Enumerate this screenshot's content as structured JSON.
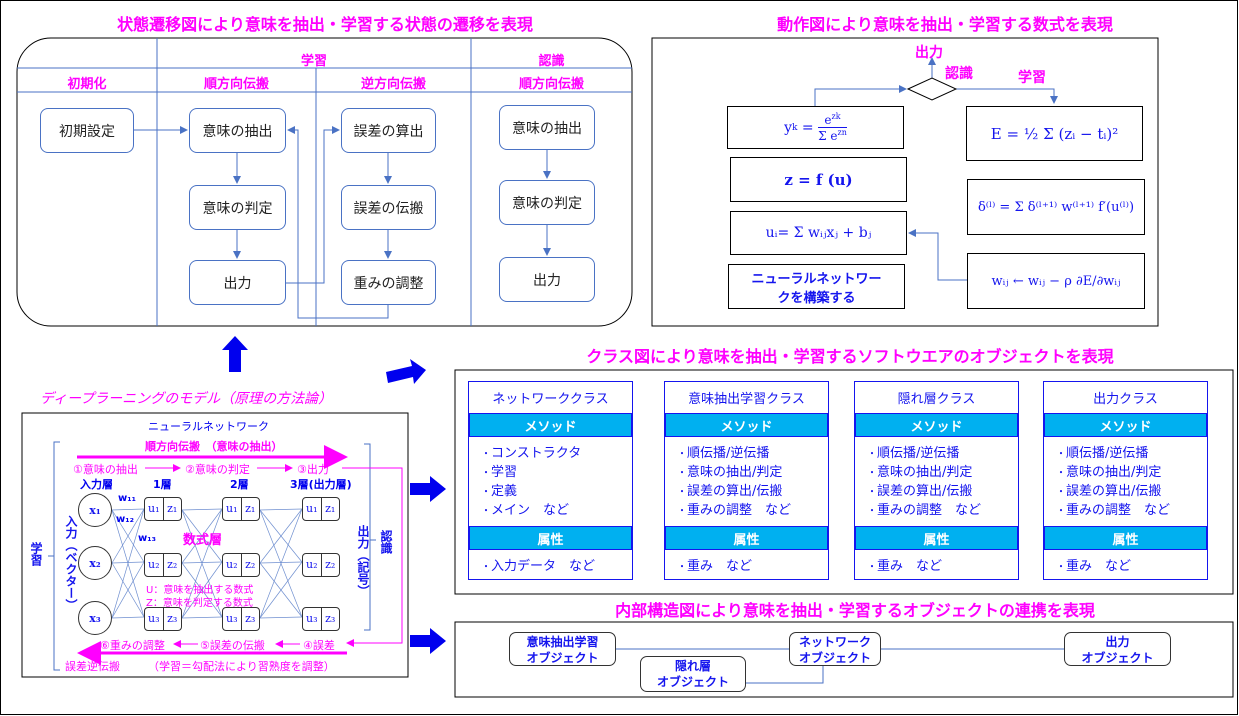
{
  "colors": {
    "title": "#ff00ff",
    "text": "#0000ee",
    "band": "#00b0f0",
    "line": "#4a72c4"
  },
  "state": {
    "title": "状態遷移図により意味を抽出・学習する状態の遷移を表現",
    "learn": "学習",
    "recog": "認識",
    "cols": [
      "初期化",
      "順方向伝搬",
      "逆方向伝搬",
      "順方向伝搬"
    ],
    "boxes": {
      "init": "初期設定",
      "fwd_extract": "意味の抽出",
      "fwd_judge": "意味の判定",
      "fwd_out": "出力",
      "bk_calc": "誤差の算出",
      "bk_prop": "誤差の伝搬",
      "bk_adj": "重みの調整",
      "r_extract": "意味の抽出",
      "r_judge": "意味の判定",
      "r_out": "出力"
    }
  },
  "action": {
    "title": "動作図により意味を抽出・学習する数式を表現",
    "out": "出力",
    "recog": "認識",
    "learn": "学習",
    "f_softmax_lhs": "y",
    "f_softmax_sub": "k",
    "f_softmax_num": "e",
    "f_softmax_num_sup": "zk",
    "f_softmax_den": "Σ e",
    "f_softmax_den_sup": "zn",
    "f_error": "E = ½ Σ (zᵢ − tᵢ)²",
    "f_activation": "z = f (u)",
    "f_delta": "δ⁽ˡ⁾ =  Σ δ⁽ˡ⁺¹⁾ w⁽ˡ⁺¹⁾ f′(u⁽ˡ⁾)",
    "f_weighted": "uᵢ= Σ wᵢⱼxⱼ + bⱼ",
    "f_update": "wᵢⱼ  ←  wᵢⱼ − ρ ∂E/∂wᵢⱼ",
    "build": "ニューラルネットワークを構築する"
  },
  "classes": {
    "title": "クラス図により意味を抽出・学習するソフトウエアのオブジェクトを表現",
    "items": [
      {
        "name": "ネットワーククラス",
        "methods_label": "メソッド",
        "methods": [
          "コンストラクタ",
          "学習",
          "定義",
          "メイン　など"
        ],
        "attrs_label": "属性",
        "attrs": [
          "入力データ　など"
        ]
      },
      {
        "name": "意味抽出学習クラス",
        "methods_label": "メソッド",
        "methods": [
          "順伝播/逆伝播",
          "意味の抽出/判定",
          "誤差の算出/伝搬",
          "重みの調整　など"
        ],
        "attrs_label": "属性",
        "attrs": [
          "重み　など"
        ]
      },
      {
        "name": "隠れ層クラス",
        "methods_label": "メソッド",
        "methods": [
          "順伝播/逆伝播",
          "意味の抽出/判定",
          "誤差の算出/伝搬",
          "重みの調整　など"
        ],
        "attrs_label": "属性",
        "attrs": [
          "重み　など"
        ]
      },
      {
        "name": "出力クラス",
        "methods_label": "メソッド",
        "methods": [
          "順伝播/逆伝播",
          "意味の抽出/判定",
          "誤差の算出/伝搬",
          "重みの調整　など"
        ],
        "attrs_label": "属性",
        "attrs": [
          "重み　など"
        ]
      }
    ]
  },
  "internal": {
    "title": "内部構造図により意味を抽出・学習するオブジェクトの連携を表現",
    "objects": [
      "意味抽出学習\nオブジェクト",
      "隠れ層\nオブジェクト",
      "ネットワーク\nオブジェクト",
      "出力\nオブジェクト"
    ]
  },
  "model": {
    "title": "ディープラーニングのモデル（原理の方法論）",
    "nn": "ニューラルネットワーク",
    "forward": "順方向伝搬　（意味の抽出）",
    "step1": "①意味の抽出",
    "step2": "②意味の判定",
    "step3": "③出力",
    "layers": [
      "入力層",
      "1層",
      "2層",
      "3層(出力層)"
    ],
    "inputs": [
      "x₁",
      "x₂",
      "x₃"
    ],
    "units": [
      [
        "u₁",
        "z₁"
      ],
      [
        "u₂",
        "z₂"
      ],
      [
        "u₃",
        "z₃"
      ]
    ],
    "weights": [
      "w₁₁",
      "w₁₂",
      "w₁₃"
    ],
    "formula_layer": "数式層",
    "u_note": "U：意味を抽出する数式",
    "z_note": "Z：意味を判定する数式",
    "input_label": "入力（ベクター）",
    "output_label": "出力（記号）",
    "recog": "認識",
    "learn": "学習",
    "step6": "⑥重みの調整",
    "step5": "⑤誤差の伝搬",
    "step4": "④誤差",
    "backward": "誤差逆伝搬",
    "backward_note": "（学習＝勾配法により習熟度を調整）"
  }
}
